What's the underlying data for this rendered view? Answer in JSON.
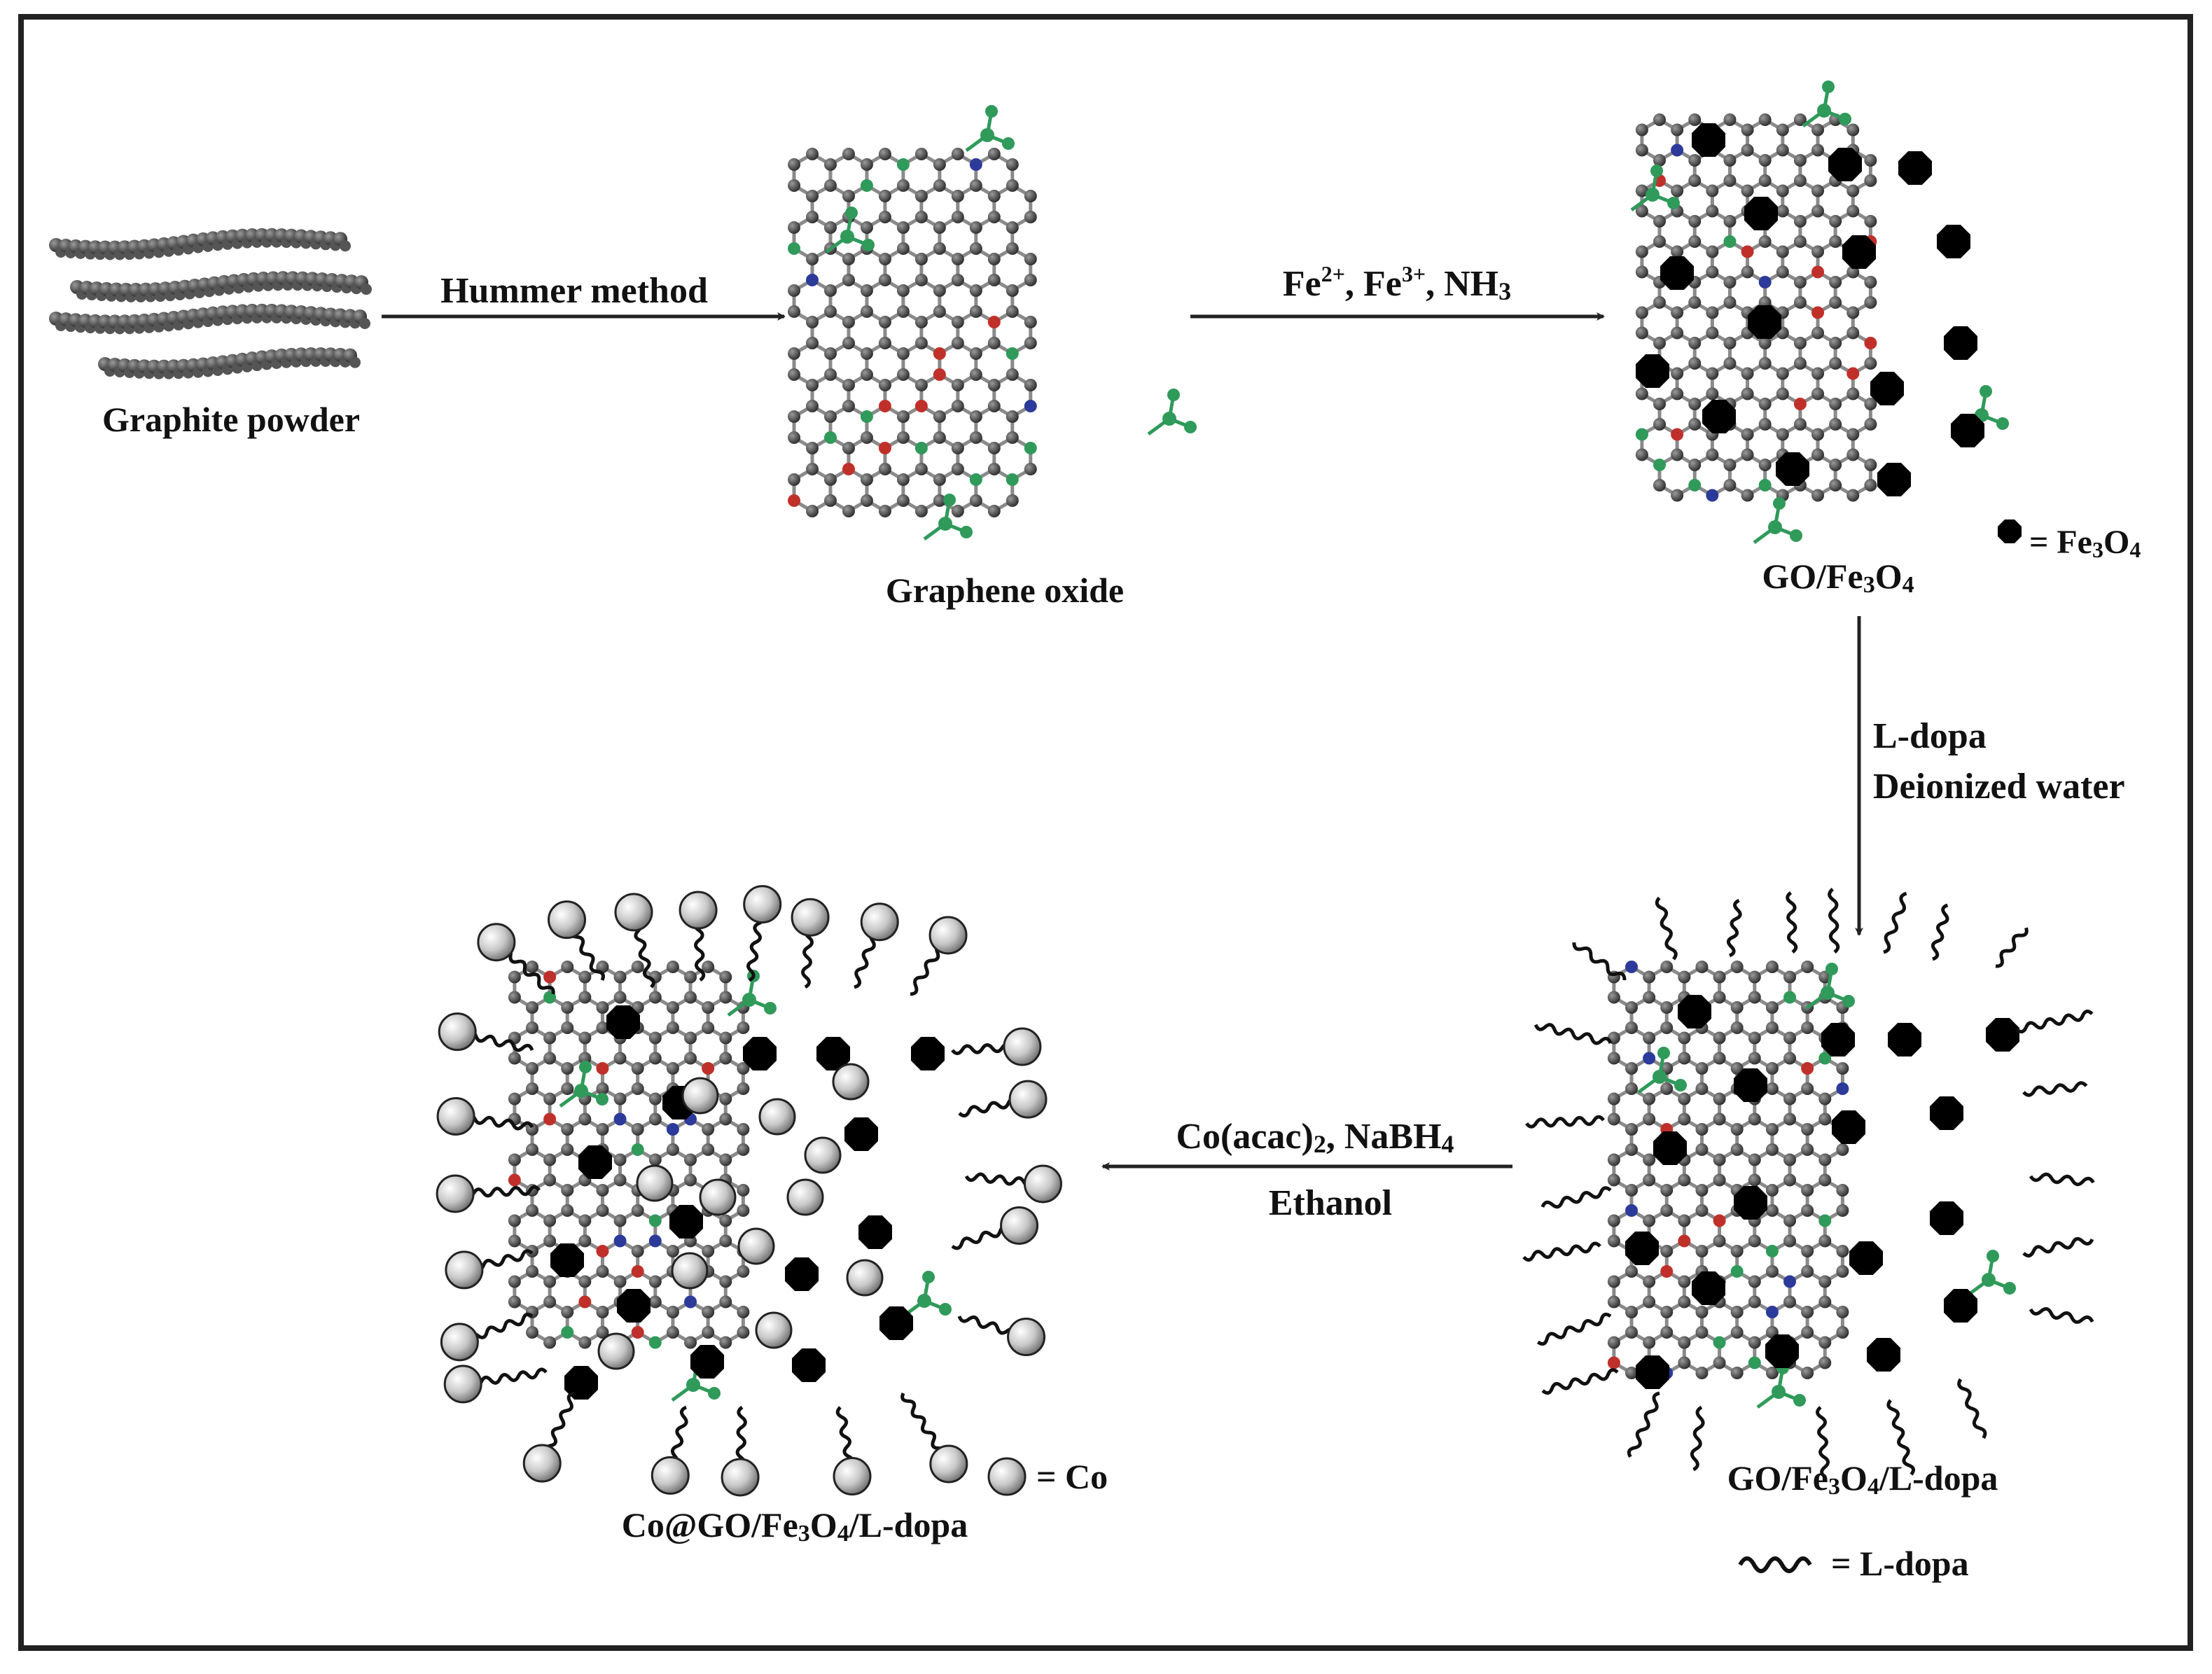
{
  "labels": {
    "graphite_powder": "Graphite powder",
    "graphene_oxide": "Graphene oxide",
    "go_fe3o4": "GO/Fe3O4",
    "go_fe3o4_ldopa": "GO/Fe3O4/L-dopa",
    "co_go_fe3o4_ldopa": "Co@GO/Fe3O4/L-dopa"
  },
  "steps": {
    "step1": "Hummer method",
    "step2": "Fe2+, Fe3+, NH3",
    "step3_line1": "L-dopa",
    "step3_line2": "Deionized water",
    "step4_line1": "Co(acac)2, NaBH4",
    "step4_line2": "Ethanol"
  },
  "legend": {
    "fe3o4": "= Fe3O4",
    "co": "= Co",
    "ldopa": "= L-dopa"
  },
  "colors": {
    "carbon_atom": "#3a3a3a",
    "bond": "#8a8a8a",
    "oxygen_red": "#c0302a",
    "nitrogen_blue": "#2c3a9a",
    "green_group": "#2f9a5a",
    "fe3o4_particle": "#000000",
    "co_sphere": "#b8b8b8",
    "frame": "#222222"
  },
  "icons": {
    "fe3o4": "black-particle-icon",
    "co": "grey-sphere-icon",
    "ldopa": "wavy-chain-icon"
  }
}
